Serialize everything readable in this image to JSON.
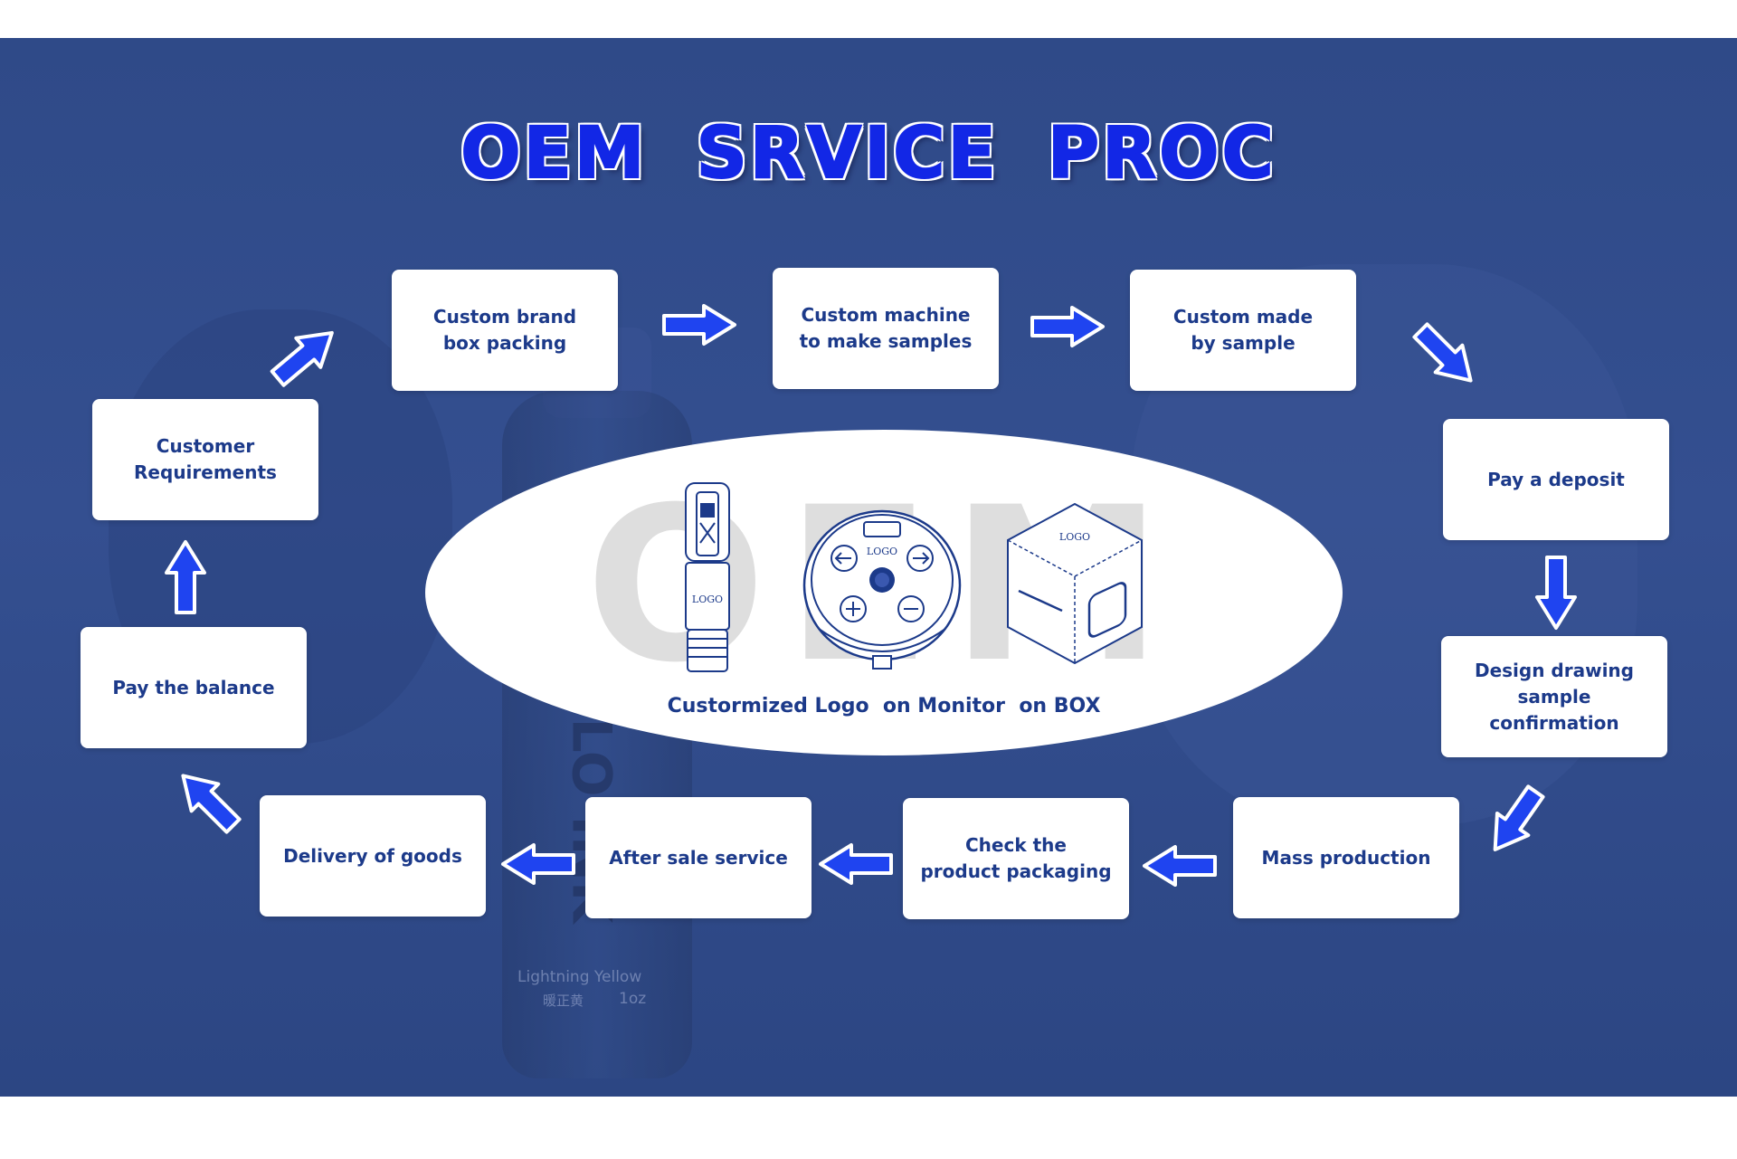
{
  "title": "OEM SRVICE PROC",
  "steps": [
    {
      "id": "customer-requirements",
      "label": "Customer\nRequirements"
    },
    {
      "id": "custom-brand-box-packing",
      "label": "Custom brand\nbox packing"
    },
    {
      "id": "custom-machine-samples",
      "label": "Custom machine\nto make samples"
    },
    {
      "id": "custom-made-by-sample",
      "label": "Custom made\nby sample"
    },
    {
      "id": "pay-deposit",
      "label": "Pay a deposit"
    },
    {
      "id": "design-drawing",
      "label": "Design drawing\nsample confirmation"
    },
    {
      "id": "mass-production",
      "label": "Mass production"
    },
    {
      "id": "check-packaging",
      "label": "Check the\nproduct packaging"
    },
    {
      "id": "after-sale-service",
      "label": "After sale service"
    },
    {
      "id": "delivery-of-goods",
      "label": "Delivery of goods"
    },
    {
      "id": "pay-balance",
      "label": "Pay the balance"
    }
  ],
  "center": {
    "watermark": "OEM",
    "caption": "Custormized Logo  on Monitor  on BOX",
    "logo_text": "LOGO"
  },
  "background": {
    "bottle_brand": "LO INK",
    "bottle_color": "Lightning Yellow",
    "bottle_chinese": "暖正黄",
    "bottle_volume": "1oz"
  },
  "colors": {
    "panel": "#2f4a88",
    "title": "#1227e6",
    "step_text": "#1c3a8a",
    "arrow": "#1f44f0"
  }
}
